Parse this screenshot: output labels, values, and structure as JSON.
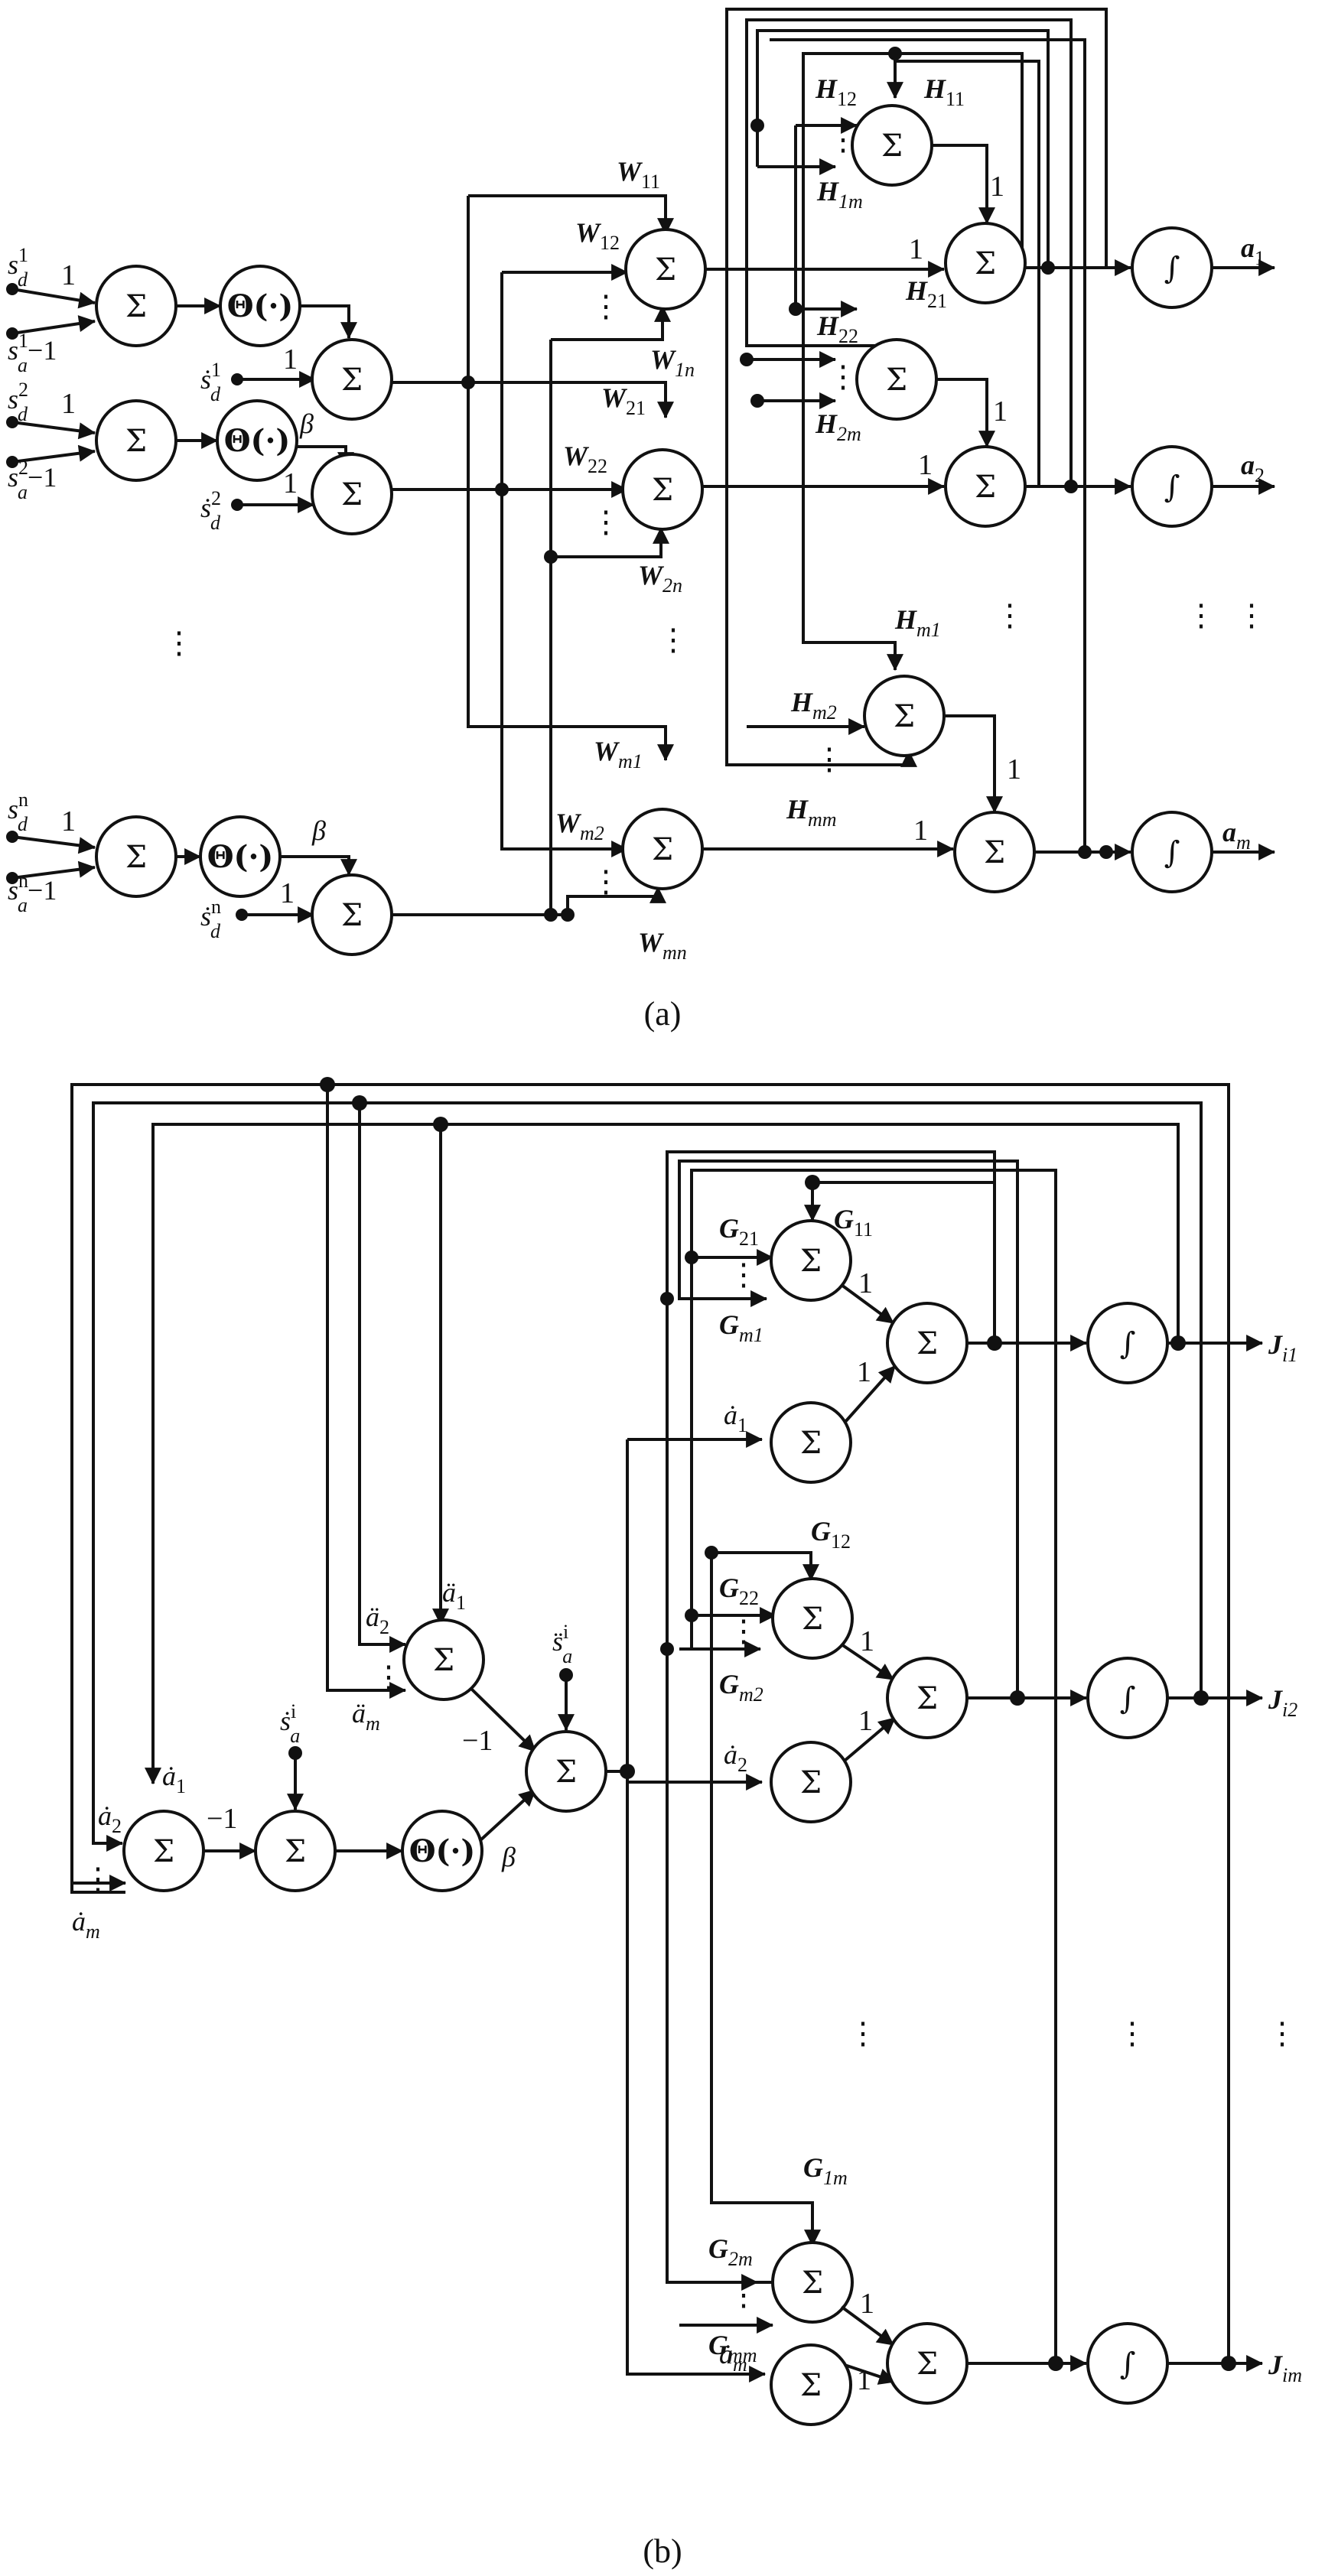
{
  "symbols": {
    "sum": "Σ",
    "integral": "∫",
    "theta": "Θ(·)",
    "beta": "β",
    "one": "1",
    "neg_one": "−1",
    "vdots": "⋮"
  },
  "panel_a": {
    "caption": "(a)",
    "inputs": {
      "sd1": "s",
      "sd1_sup": "1",
      "sd1_sub": "d",
      "sa1": "s",
      "sa1_sup": "1",
      "sa1_sub": "a",
      "sa1_tail": "−1",
      "sd2": "s",
      "sd2_sup": "2",
      "sd2_sub": "d",
      "sa2": "s",
      "sa2_sup": "2",
      "sa2_sub": "a",
      "sa2_tail": "−1",
      "sdn": "s",
      "sdn_sup": "n",
      "sdn_sub": "d",
      "san": "s",
      "san_sup": "n",
      "san_sub": "a",
      "san_tail": "−1",
      "dsd1": "ṡ",
      "dsd1_sup": "1",
      "dsd1_sub": "d",
      "dsd2": "ṡ",
      "dsd2_sup": "2",
      "dsd2_sub": "d",
      "dsdn": "ṡ",
      "dsdn_sup": "n",
      "dsdn_sub": "d"
    },
    "weights": {
      "W11": "W",
      "W11_s": "11",
      "W12": "W",
      "W12_s": "12",
      "W1n": "W",
      "W1n_s": "1n",
      "W21": "W",
      "W21_s": "21",
      "W22": "W",
      "W22_s": "22",
      "W2n": "W",
      "W2n_s": "2n",
      "Wm1": "W",
      "Wm1_s": "m1",
      "Wm2": "W",
      "Wm2_s": "m2",
      "Wmn": "W",
      "Wmn_s": "mn",
      "H11": "H",
      "H11_s": "11",
      "H12": "H",
      "H12_s": "12",
      "H1m": "H",
      "H1m_s": "1m",
      "H21": "H",
      "H21_s": "21",
      "H22": "H",
      "H22_s": "22",
      "H2m": "H",
      "H2m_s": "2m",
      "Hm1": "H",
      "Hm1_s": "m1",
      "Hm2": "H",
      "Hm2_s": "m2",
      "Hmm": "H",
      "Hmm_s": "mm"
    },
    "outputs": {
      "a1": "a",
      "a1_s": "1",
      "a2": "a",
      "a2_s": "2",
      "am": "a",
      "am_s": "m"
    }
  },
  "panel_b": {
    "caption": "(b)",
    "labels": {
      "a1": "ȧ",
      "a1_s": "1",
      "a2": "ȧ",
      "a2_s": "2",
      "am": "ȧ",
      "am_s": "m",
      "dda1": "ä",
      "dda1_s": "1",
      "dda2": "ä",
      "dda2_s": "2",
      "ddam": "ä",
      "ddam_s": "m",
      "dsa": "ṡ",
      "dsa_sup": "i",
      "dsa_sub": "a",
      "ddsa": "s̈",
      "ddsa_sup": "i",
      "ddsa_sub": "a"
    },
    "weights": {
      "G11": "G",
      "G11_s": "11",
      "G21": "G",
      "G21_s": "21",
      "Gm1": "G",
      "Gm1_s": "m1",
      "G12": "G",
      "G12_s": "12",
      "G22": "G",
      "G22_s": "22",
      "Gm2": "G",
      "Gm2_s": "m2",
      "G1m": "G",
      "G1m_s": "1m",
      "G2m": "G",
      "G2m_s": "2m",
      "Gmm": "G",
      "Gmm_s": "mm"
    },
    "outputs": {
      "J1": "J",
      "J1_s": "i1",
      "J2": "J",
      "J2_s": "i2",
      "Jm": "J",
      "Jm_s": "im"
    }
  }
}
